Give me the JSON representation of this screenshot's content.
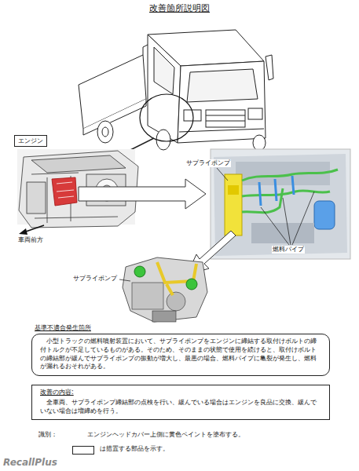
{
  "diagram": {
    "title": "改善箇所説明図",
    "nodes": [
      {
        "text": [
          "エンジン"
        ]
      },
      {
        "text": [
          "基準不適合発生箇所",
          "小型トラックの燃料噴射装置において、サプライポンプをエンジンに締結する取付けボルトの締付トルクが不足しているものがある。そのため、そのままの状態で使用を続けると、取付けボルトの締結部が緩んでサプライポンプの振動が増大し、最悪の場合、燃料パイプに亀裂が発生し、燃料が漏れるおそれがある。"
        ]
      },
      {
        "text": [
          "改善の内容:",
          "全車両、サプライポンプ締結部の点検を行い、緩んでいる場合はエンジンを良品に交換、緩んでいない場合は増締めを行う。"
        ]
      }
    ],
    "labels": [
      "サプライポンプ",
      "燃料パイプ",
      "サプライポンプ",
      "車両前方",
      "識別：",
      "エンジンヘッドカバー上側に黄色ペイントを塗布する。",
      "RecallPlus"
    ],
    "legend": [
      {
        "text": "は措置する部品を示す。"
      }
    ]
  }
}
